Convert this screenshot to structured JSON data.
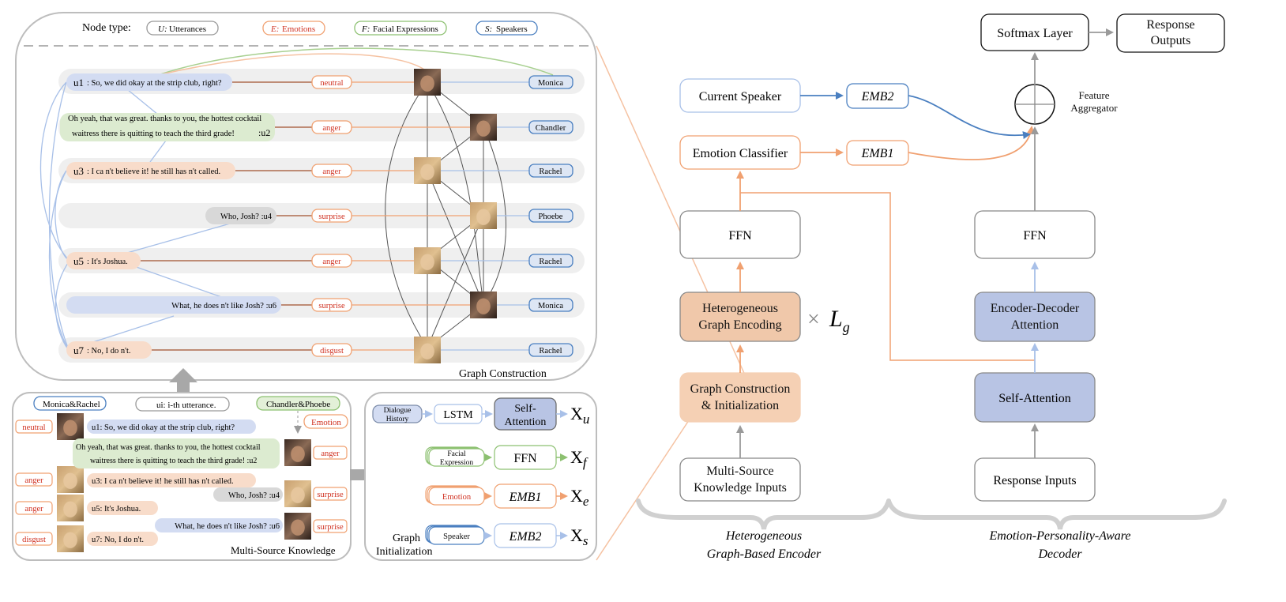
{
  "legend": {
    "title": "Node type:",
    "items": [
      {
        "abbr": "U:",
        "label": "Utterances",
        "color": "#888888",
        "text_color": "#222222"
      },
      {
        "abbr": "E:",
        "label": "Emotions",
        "color": "#f0a070",
        "text_color": "#d03020"
      },
      {
        "abbr": "F:",
        "label": "Facial Expressions",
        "color": "#8cc070",
        "text_color": "#222222"
      },
      {
        "abbr": "S:",
        "label": "Speakers",
        "color": "#4a7fc0",
        "text_color": "#222222"
      }
    ]
  },
  "graph": {
    "title": "Graph Construction",
    "rows": [
      {
        "utt_id": "u1",
        "text": ": So, we did okay at the strip club, right?",
        "emotion": "neutral",
        "speaker": "Monica",
        "style": "blue"
      },
      {
        "utt_id": "u2",
        "text_line1": "Oh yeah, that was great. thanks to you, the hottest cocktail",
        "text_line2": "waitress there is quitting to teach the third grade!",
        "suffix": ":u2",
        "emotion": "anger",
        "speaker": "Chandler",
        "style": "green"
      },
      {
        "utt_id": "u3",
        "text": ": I ca n't believe it! he still has n't called.",
        "emotion": "anger",
        "speaker": "Rachel",
        "style": "peach"
      },
      {
        "utt_id": "u4",
        "text": "Who, Josh? :u4",
        "emotion": "surprise",
        "speaker": "Phoebe",
        "style": "gray"
      },
      {
        "utt_id": "u5",
        "text": ": It's Joshua.",
        "emotion": "anger",
        "speaker": "Rachel",
        "style": "peach"
      },
      {
        "utt_id": "u6",
        "text": "What, he does n't like Josh? :u6",
        "emotion": "surprise",
        "speaker": "Monica",
        "style": "blue"
      },
      {
        "utt_id": "u7",
        "text": ": No, I do n't.",
        "emotion": "disgust",
        "speaker": "Rachel",
        "style": "peach"
      }
    ]
  },
  "knowledge": {
    "title": "Multi-Source Knowledge",
    "tags": {
      "left": "Monica&Rachel",
      "middle": "ui: i-th utterance.",
      "right": "Chandler&Phoebe",
      "emotion": "Emotion"
    },
    "left_emotions": [
      "neutral",
      "anger",
      "anger",
      "disgust"
    ],
    "right_emotions": [
      "anger",
      "surprise",
      "surprise"
    ],
    "utterances": [
      "u1: So, we did okay at the strip club, right?",
      "Oh yeah, that was great. thanks to you, the hottest cocktail",
      "waitress there is quitting to teach the third grade!  :u2",
      "u3:  I ca n't believe it! he still has n't called.",
      "Who, Josh? :u4",
      "u5: It's Joshua.",
      "What, he does n't like Josh? :u6",
      "u7: No, I do n't."
    ]
  },
  "init": {
    "title_line1": "Graph",
    "title_line2": "Initialization",
    "rows": [
      {
        "input": "Dialogue History",
        "module": "LSTM",
        "module2": "Self-Attention",
        "output": "Xu"
      },
      {
        "input": "Facial Expression",
        "module": "FFN",
        "output": "Xf"
      },
      {
        "input": "Emotion",
        "module": "EMB1",
        "output": "Xe"
      },
      {
        "input": "Speaker",
        "module": "EMB2",
        "output": "Xs"
      }
    ]
  },
  "encoder": {
    "inputs": "Multi-Source Knowledge Inputs",
    "graph_init": "Graph Construction & Initialization",
    "hetero": "Heterogeneous Graph Encoding",
    "times": "×",
    "layers": "Lg",
    "ffn": "FFN",
    "emotion_classifier": "Emotion Classifier",
    "current_speaker": "Current Speaker",
    "emb1": "EMB1",
    "emb2": "EMB2",
    "label_line1": "Heterogeneous",
    "label_line2": "Graph-Based Encoder"
  },
  "decoder": {
    "inputs": "Response Inputs",
    "self_attention": "Self-Attention",
    "enc_dec_attention": "Encoder-Decoder Attention",
    "ffn": "FFN",
    "aggregator": "Feature Aggregator",
    "softmax": "Softmax Layer",
    "outputs": "Response Outputs",
    "label_line1": "Emotion-Personality-Aware",
    "label_line2": "Decoder"
  }
}
